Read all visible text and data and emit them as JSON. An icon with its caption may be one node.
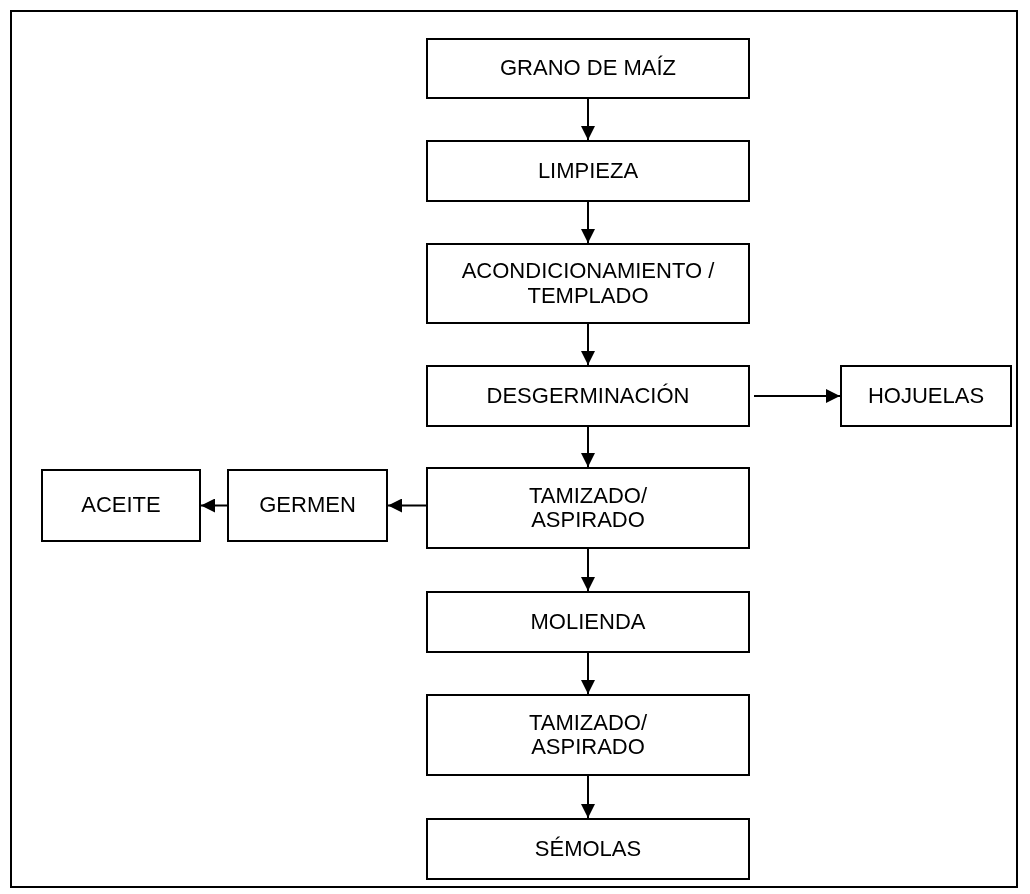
{
  "diagram": {
    "nodes": [
      {
        "text": [
          "GRANO DE MAÍZ"
        ]
      },
      {
        "text": [
          "LIMPIEZA"
        ]
      },
      {
        "text": [
          "ACONDICIONAMIENTO / TEMPLADO"
        ]
      },
      {
        "text": [
          "DESGERMINACIÓN"
        ]
      },
      {
        "text": [
          "HOJUELAS"
        ]
      },
      {
        "text": [
          "TAMIZADO/ ASPIRADO"
        ]
      },
      {
        "text": [
          "GERMEN"
        ]
      },
      {
        "text": [
          "ACEITE"
        ]
      },
      {
        "text": [
          "MOLIENDA"
        ]
      },
      {
        "text": [
          "TAMIZADO/ ASPIRADO"
        ]
      },
      {
        "text": [
          "SÉMOLAS"
        ]
      }
    ],
    "edges": [
      {
        "from": 0,
        "to": 1,
        "arrow": "to"
      },
      {
        "from": 1,
        "to": 2,
        "arrow": "to"
      },
      {
        "from": 2,
        "to": 3,
        "arrow": "to"
      },
      {
        "from": 3,
        "to": 4,
        "arrow": "to"
      },
      {
        "from": 3,
        "to": 5,
        "arrow": "to"
      },
      {
        "from": 5,
        "to": 6,
        "arrow": "to"
      },
      {
        "from": 6,
        "to": 7,
        "arrow": "to"
      },
      {
        "from": 5,
        "to": 8,
        "arrow": "to"
      },
      {
        "from": 8,
        "to": 9,
        "arrow": "to"
      },
      {
        "from": 9,
        "to": 10,
        "arrow": "to"
      }
    ]
  }
}
